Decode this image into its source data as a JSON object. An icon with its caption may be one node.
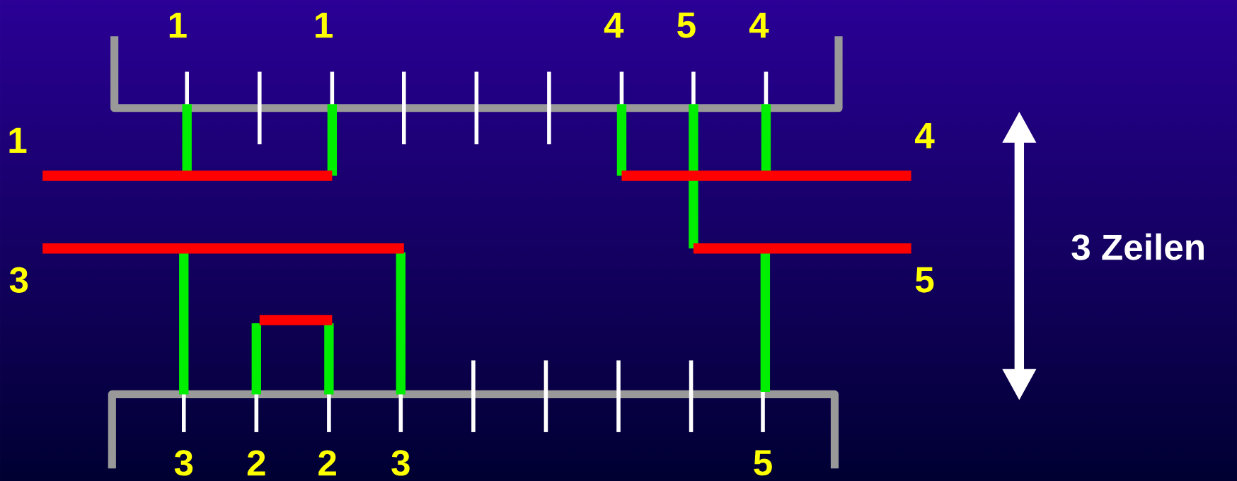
{
  "diagram": {
    "labels": [
      "1",
      "1",
      "4",
      "5",
      "4",
      "1",
      "4",
      "3 Zeilen",
      "3",
      "5",
      "3",
      "2",
      "2",
      "3",
      "5"
    ]
  }
}
